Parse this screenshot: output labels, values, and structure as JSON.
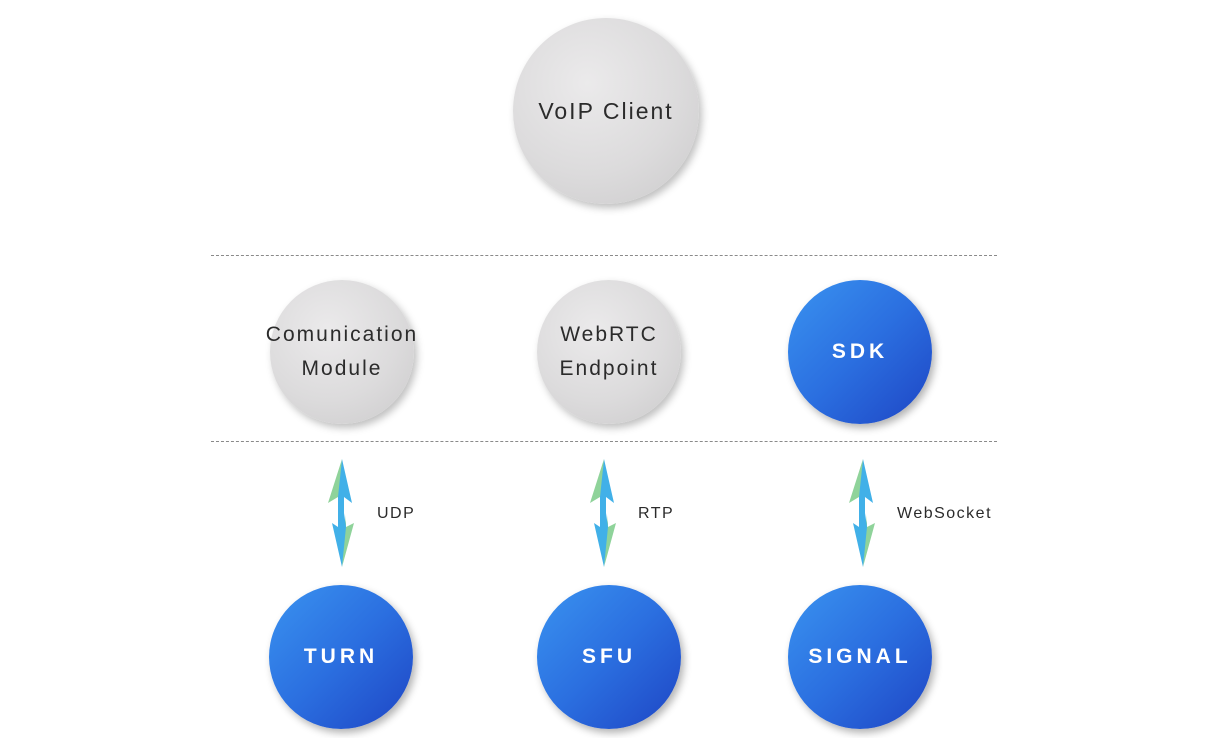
{
  "top": {
    "label": "VoIP Client"
  },
  "middle": [
    {
      "label_lines": [
        "Comunication",
        "Module"
      ],
      "style": "gray"
    },
    {
      "label_lines": [
        "WebRTC",
        "Endpoint"
      ],
      "style": "gray"
    },
    {
      "label": "SDK",
      "style": "blue"
    }
  ],
  "bottom": [
    {
      "label": "TURN",
      "protocol": "UDP"
    },
    {
      "label": "SFU",
      "protocol": "RTP"
    },
    {
      "label": "SIGNAL",
      "protocol": "WebSocket"
    }
  ],
  "colors": {
    "blue_start": "#3a93f0",
    "blue_end": "#1e45c4",
    "gray": "#dcdbdc",
    "arrow_blue": "#41b0e8",
    "arrow_green": "#8fd39a"
  }
}
